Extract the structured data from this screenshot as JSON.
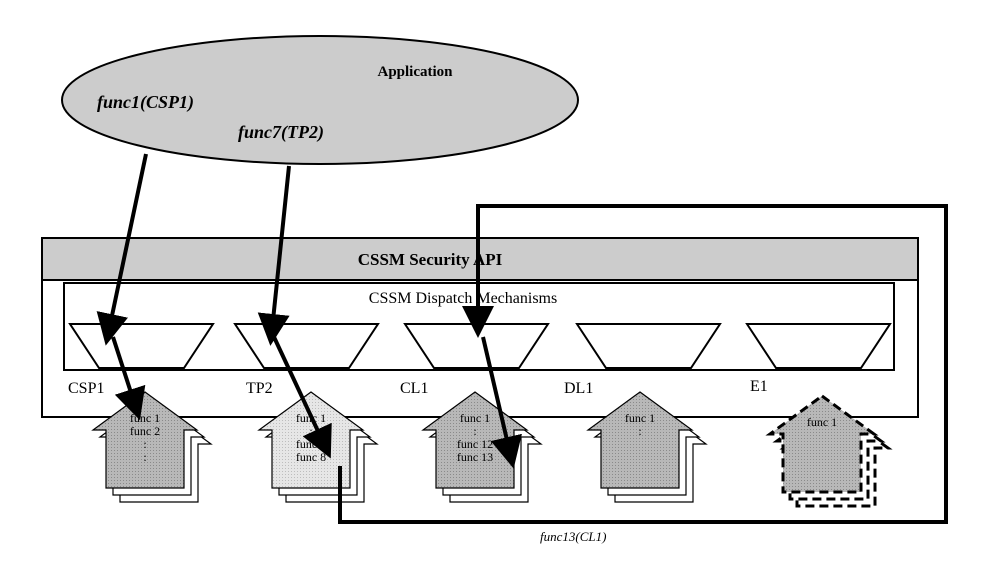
{
  "application": {
    "title": "Application",
    "calls": [
      "func1(CSP1)",
      "func7(TP2)"
    ]
  },
  "api_bar": {
    "label": "CSSM Security API"
  },
  "dispatch": {
    "label": "CSSM Dispatch Mechanisms"
  },
  "modules": [
    {
      "name": "CSP1",
      "funcs": [
        "func 1",
        "func 2",
        ":",
        ":"
      ]
    },
    {
      "name": "TP2",
      "funcs": [
        "func 1",
        ":",
        "func 7",
        "func 8"
      ]
    },
    {
      "name": "CL1",
      "funcs": [
        "func 1",
        ":",
        "func 12",
        "func 13"
      ]
    },
    {
      "name": "DL1",
      "funcs": [
        "func 1",
        ":"
      ]
    },
    {
      "name": "E1",
      "funcs": [
        "func 1"
      ]
    }
  ],
  "callback": {
    "label": "func13(CL1)"
  },
  "colors": {
    "ellipse_fill": "#cccccc",
    "api_bar_fill": "#cccccc",
    "house_dark": "#b3b3b3",
    "house_light": "#e0e0e0",
    "stroke": "#000000"
  }
}
